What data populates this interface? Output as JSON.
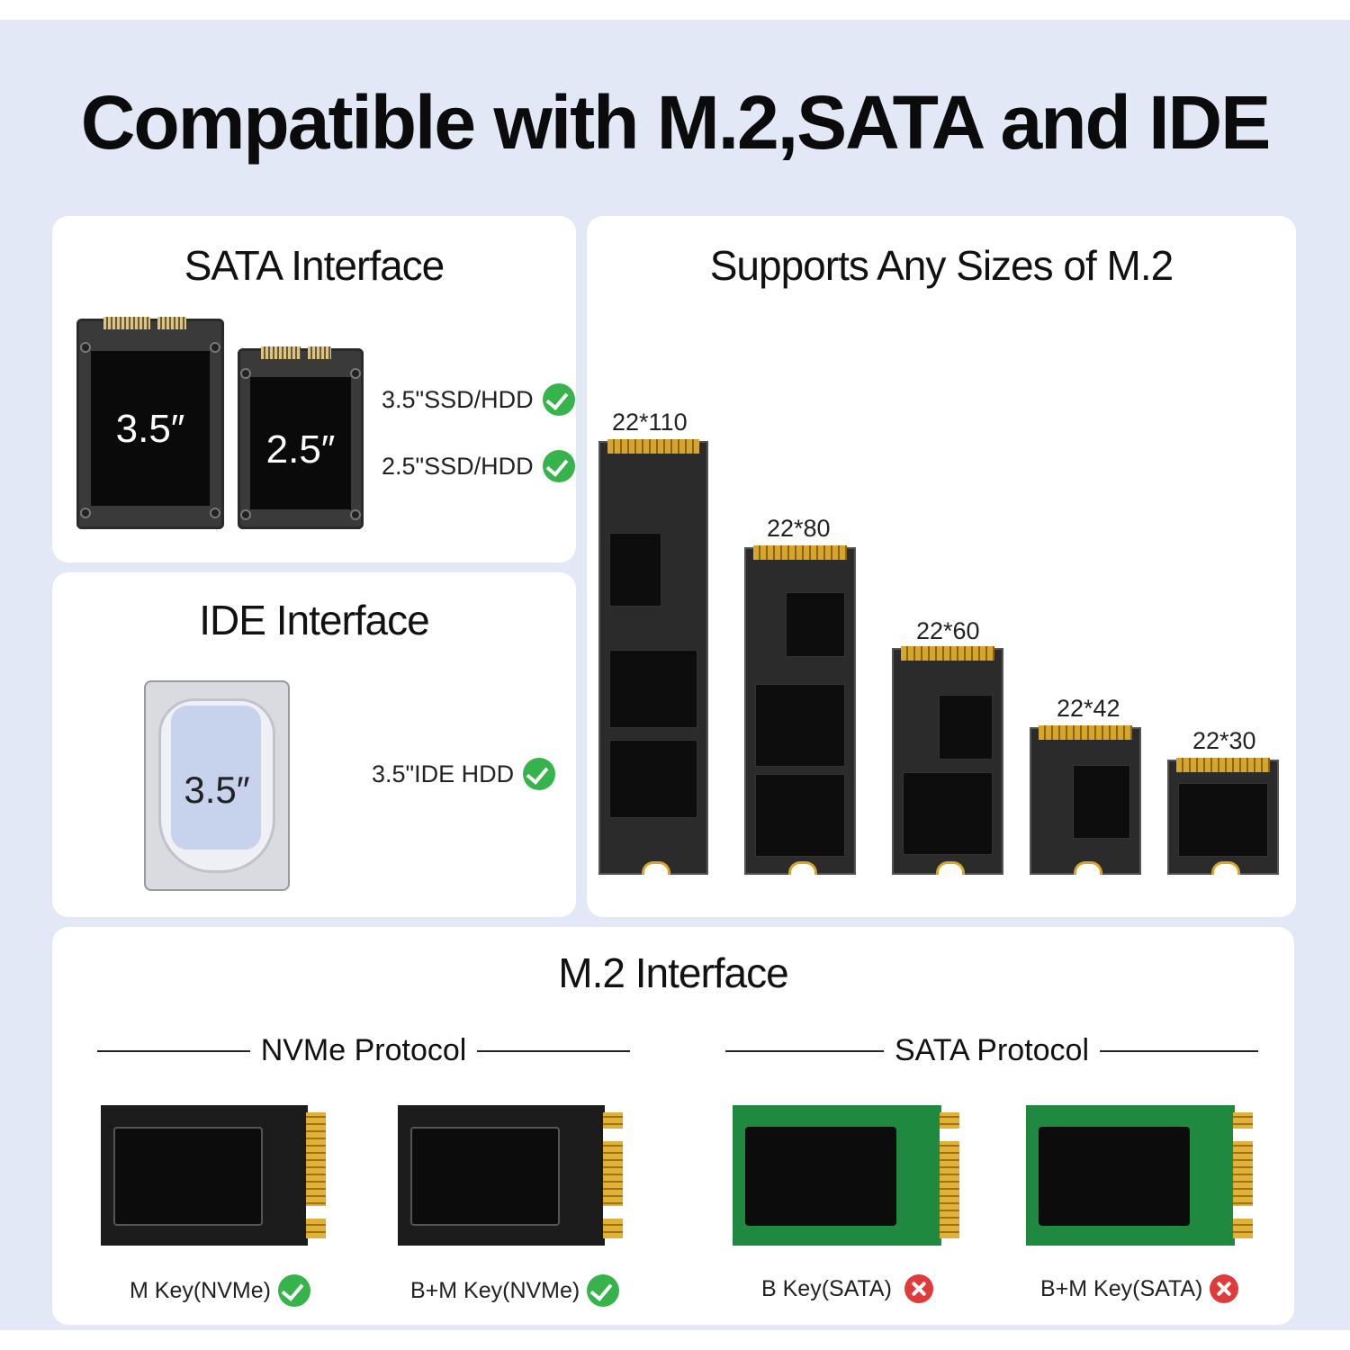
{
  "title": "Compatible with M.2,SATA and IDE",
  "sata_panel": {
    "title": "SATA Interface",
    "drives": [
      {
        "label": "3.5″"
      },
      {
        "label": "2.5″"
      }
    ],
    "items": [
      {
        "label": "3.5\"SSD/HDD",
        "status": "check-icon"
      },
      {
        "label": "2.5\"SSD/HDD",
        "status": "check-icon"
      }
    ]
  },
  "ide_panel": {
    "title": "IDE Interface",
    "drive_label": "3.5″",
    "items": [
      {
        "label": "3.5\"IDE HDD",
        "status": "check-icon"
      }
    ]
  },
  "sizes_panel": {
    "title": "Supports Any Sizes of M.2",
    "sizes": [
      "22*110",
      "22*80",
      "22*60",
      "22*42",
      "22*30"
    ]
  },
  "m2_panel": {
    "title": "M.2 Interface",
    "nvme_heading": "NVMe Protocol",
    "sata_heading": "SATA Protocol",
    "keys": [
      {
        "label": "M Key(NVMe)",
        "status": "check-icon",
        "supported": true
      },
      {
        "label": "B+M Key(NVMe)",
        "status": "check-icon",
        "supported": true
      },
      {
        "label": "B Key(SATA)",
        "status": "cross-icon",
        "supported": false
      },
      {
        "label": "B+M Key(SATA)",
        "status": "cross-icon",
        "supported": false
      }
    ]
  },
  "colors": {
    "background": "#e3e8f7",
    "check": "#36b34a",
    "cross": "#e03a3a",
    "gold": "#d6a52c",
    "green_pcb": "#1f8a3f"
  }
}
